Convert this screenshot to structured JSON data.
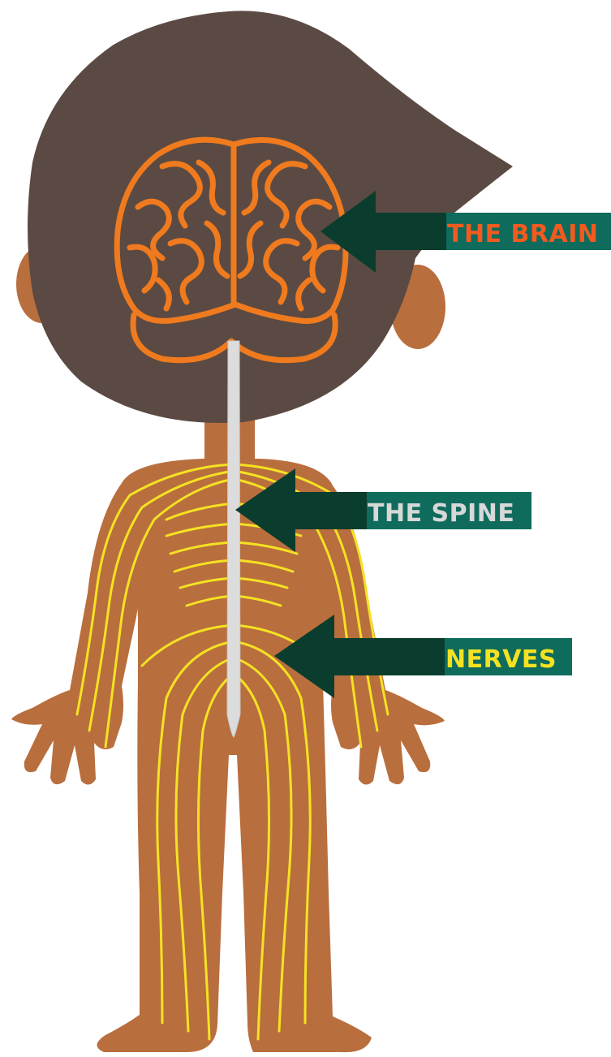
{
  "labels": {
    "brain": "THE BRAIN",
    "spine": "THE SPINE",
    "nerves": "NERVES"
  },
  "colors": {
    "background": "#ffffff",
    "skin": "#b96e3e",
    "hair": "#5a4a43",
    "brain": "#f07a1e",
    "nerves": "#f4e222",
    "spine": "#dcdcdc",
    "label_bar": "#0f6b5c",
    "arrow": "#0b3d2e",
    "brain_text": "#f25a1f",
    "spine_text": "#d8d8d8",
    "nerves_text": "#f4e222"
  },
  "icons": [
    "brain-icon",
    "spinal-cord-icon",
    "nerves-icon",
    "arrow-left-icon"
  ]
}
